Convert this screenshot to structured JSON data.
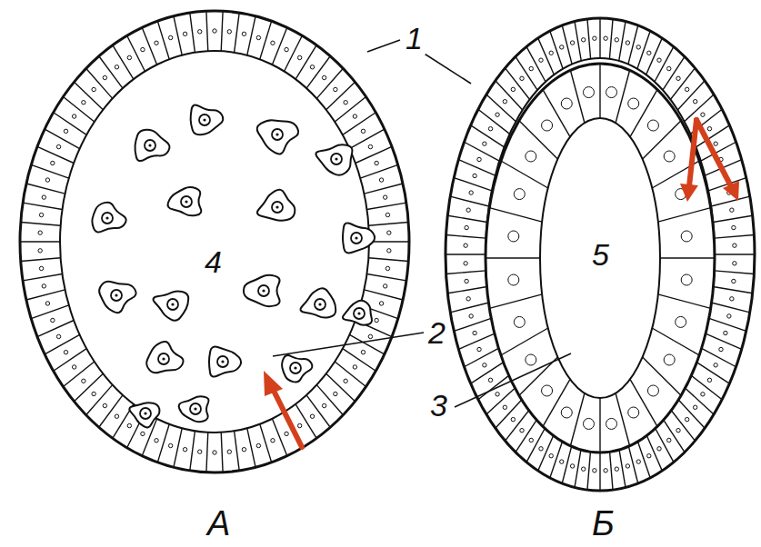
{
  "diagram": {
    "labels": [
      "1",
      "4",
      "5",
      "2",
      "3",
      "А",
      "Б"
    ]
  }
}
